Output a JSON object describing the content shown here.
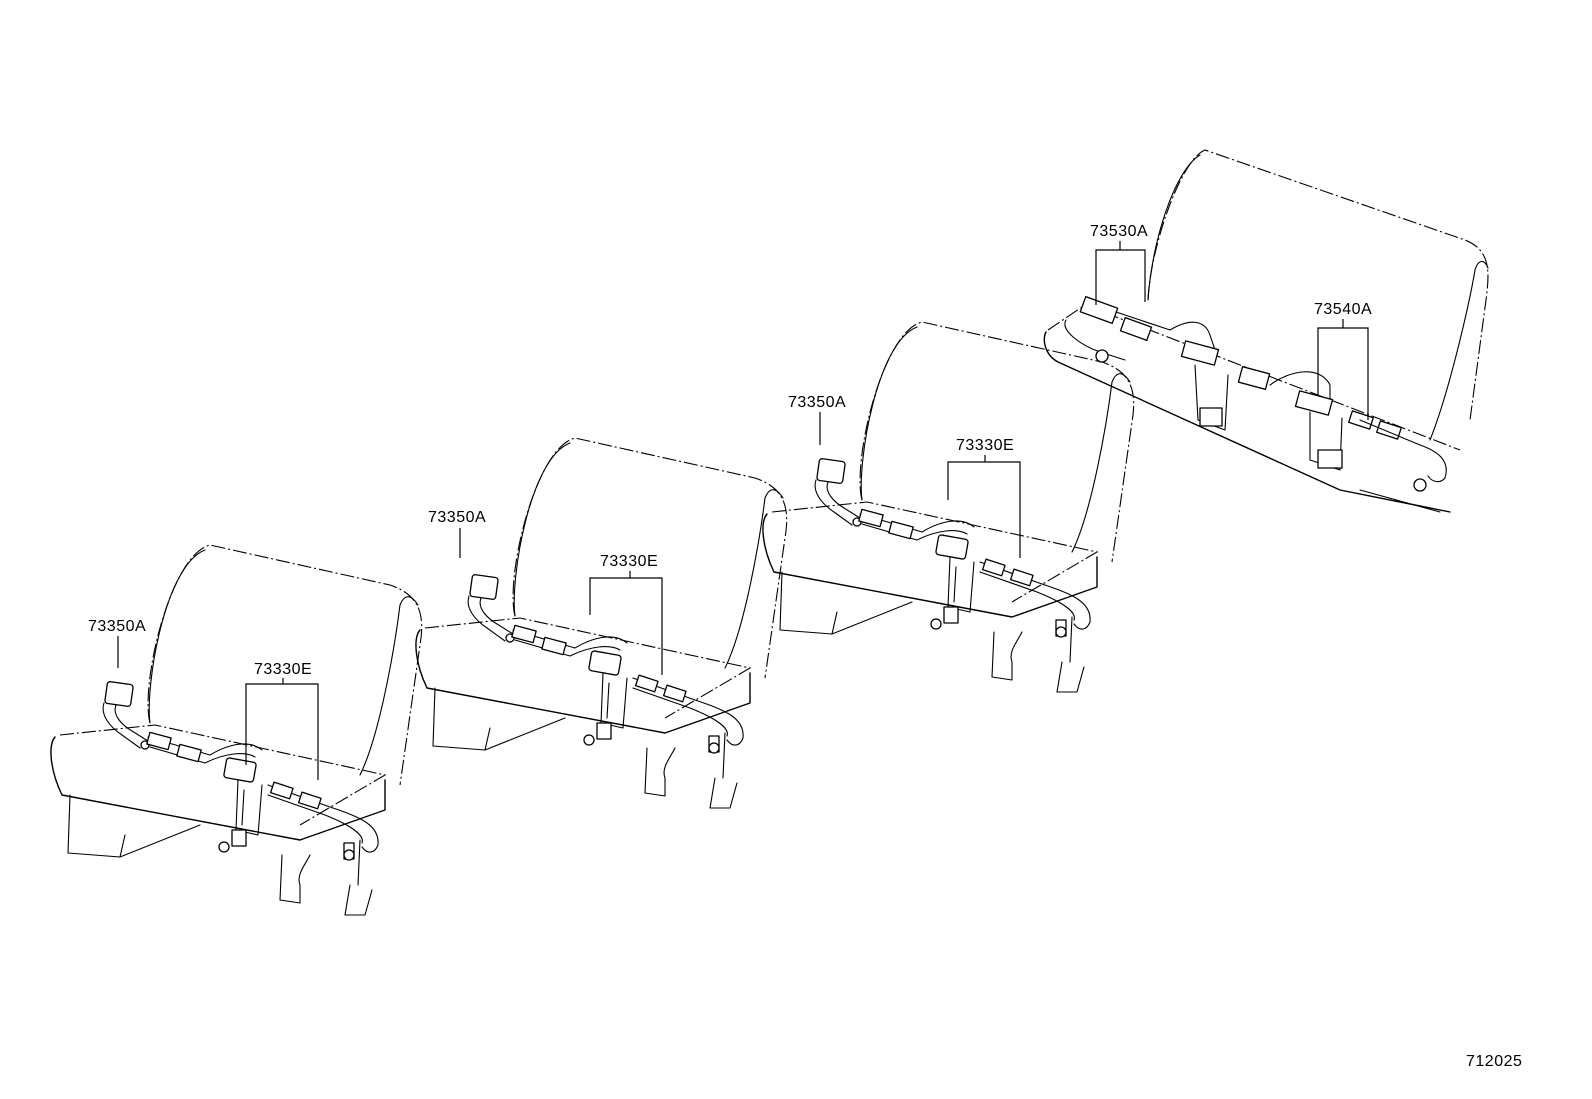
{
  "figure_id": "712025",
  "seats": [
    {
      "buckle_label": "73350A",
      "belt_label": "73330E"
    },
    {
      "buckle_label": "73350A",
      "belt_label": "73330E"
    },
    {
      "buckle_label": "73350A",
      "belt_label": "73330E"
    },
    {
      "belt_left_label": "73530A",
      "belt_right_label": "73540A"
    }
  ]
}
